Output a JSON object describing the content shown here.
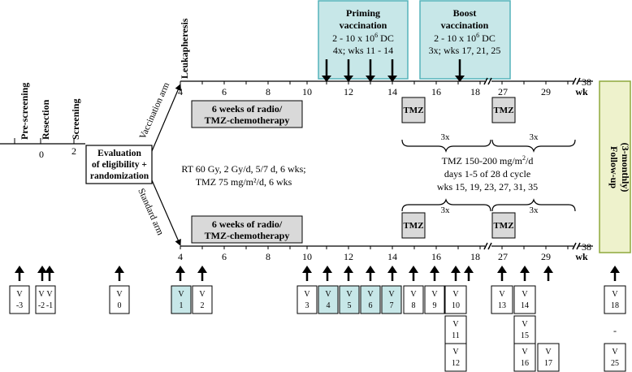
{
  "pre_timeline": {
    "pre_screening": "Pre-screening",
    "resection": "Resection",
    "screening": "Screening",
    "tick_0": "0",
    "tick_2": "2"
  },
  "evaluation_box": {
    "line1": "Evaluation",
    "line2": "of eligibility +",
    "line3": "randomization"
  },
  "arms": {
    "vaccination": "Vaccination arm",
    "standard": "Standard arm",
    "leukapheresis": "Leukapheresis"
  },
  "priming_box": {
    "title1": "Priming",
    "title2": "vaccination",
    "dose_prefix": "2 - 10 x 10",
    "dose_sup": "6",
    "dose_suffix": " DC",
    "schedule": "4x; wks 11 - 14"
  },
  "boost_box": {
    "title1": "Boost",
    "title2": "vaccination",
    "dose_prefix": "2 - 10 x 10",
    "dose_sup": "6",
    "dose_suffix": " DC",
    "schedule": "3x; wks 17, 21, 25"
  },
  "week_ticks": [
    "4",
    "6",
    "8",
    "10",
    "12",
    "14",
    "16",
    "18",
    "27",
    "29",
    "38"
  ],
  "wk_label": "wk",
  "chemo_box": {
    "line1": "6 weeks of radio/",
    "line2": "TMZ-chemotherapy"
  },
  "tmz_label": "TMZ",
  "cycle_3x": "3x",
  "rt_text": {
    "line1": "RT 60 Gy, 2 Gy/d, 5/7 d, 6 wks;",
    "line2": "TMZ 75 mg/m²/d, 6 wks"
  },
  "tmz_text": {
    "line1_prefix": "TMZ 150-200 mg/m",
    "line1_sup": "2",
    "line1_suffix": "/d",
    "line2": "days 1-5 of 28 d cycle",
    "line3": "wks 15, 19, 23, 27, 31, 35"
  },
  "followup": {
    "line1": "Follow-up",
    "line2": "(3-monthly)"
  },
  "visit_prefix": "V",
  "visits": {
    "v_m3": "-3",
    "v_m2": "-2",
    "v_m1": "-1",
    "v0": "0",
    "v1": "1",
    "v2": "2",
    "v3": "3",
    "v4": "4",
    "v5": "5",
    "v6": "6",
    "v7": "7",
    "v8": "8",
    "v9": "9",
    "v10": "10",
    "v11": "11",
    "v12": "12",
    "v13": "13",
    "v14": "14",
    "v15": "15",
    "v16": "16",
    "v17": "17",
    "v18": "18",
    "v25": "25",
    "dash": "-"
  },
  "colors": {
    "teal": "#c7e7e8",
    "teal_border": "#55b3ba",
    "gray": "#d9d9d9",
    "followup": "#eef2cc",
    "followup_border": "#8ea83c"
  }
}
